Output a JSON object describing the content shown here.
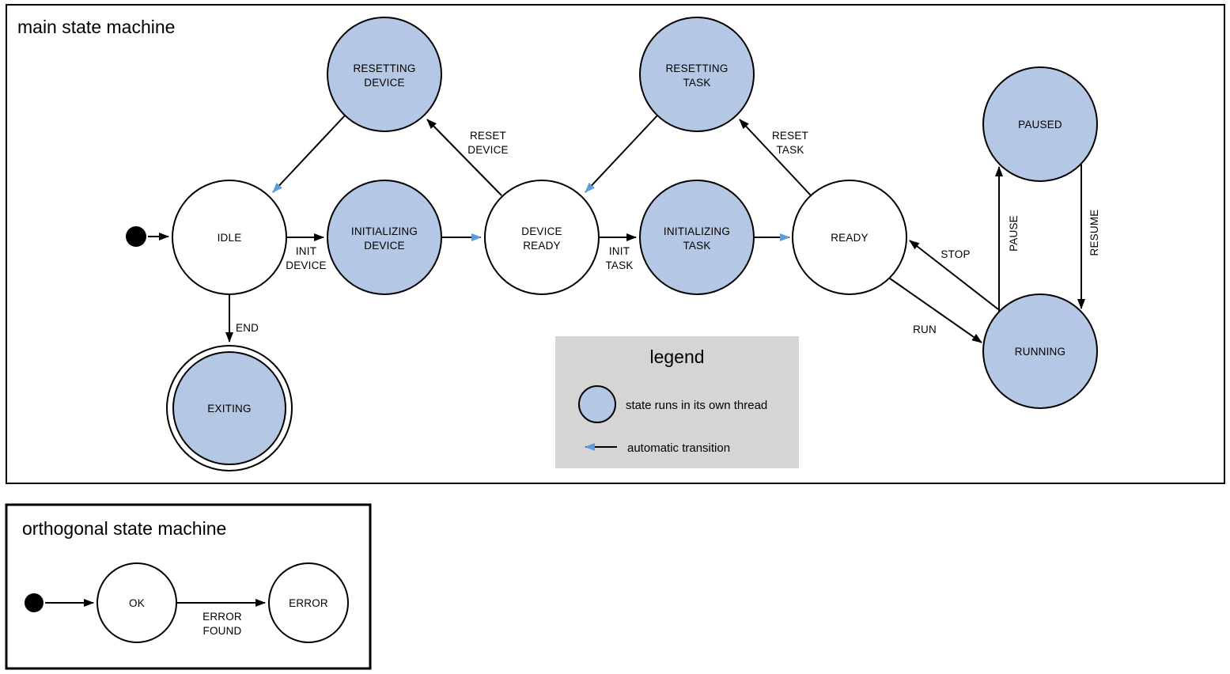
{
  "colors": {
    "thread_fill": "#b4c7e4",
    "auto_arrow": "#5e9cd8",
    "legend_bg": "#d5d5d5",
    "stroke": "#000000",
    "background": "#ffffff"
  },
  "main": {
    "title": "main state machine",
    "states": {
      "idle": {
        "label": "IDLE"
      },
      "resetting_device": {
        "line1": "RESETTING",
        "line2": "DEVICE"
      },
      "initializing_device": {
        "line1": "INITIALIZING",
        "line2": "DEVICE"
      },
      "device_ready": {
        "line1": "DEVICE",
        "line2": "READY"
      },
      "resetting_task": {
        "line1": "RESETTING",
        "line2": "TASK"
      },
      "initializing_task": {
        "line1": "INITIALIZING",
        "line2": "TASK"
      },
      "ready": {
        "label": "READY"
      },
      "paused": {
        "label": "PAUSED"
      },
      "running": {
        "label": "RUNNING"
      },
      "exiting": {
        "label": "EXITING"
      }
    },
    "transitions": {
      "init_device": {
        "line1": "INIT",
        "line2": "DEVICE"
      },
      "reset_device": {
        "line1": "RESET",
        "line2": "DEVICE"
      },
      "init_task": {
        "line1": "INIT",
        "line2": "TASK"
      },
      "reset_task": {
        "line1": "RESET",
        "line2": "TASK"
      },
      "end": {
        "label": "END"
      },
      "stop": {
        "label": "STOP"
      },
      "run": {
        "label": "RUN"
      },
      "pause": {
        "label": "PAUSE"
      },
      "resume": {
        "label": "RESUME"
      }
    },
    "legend": {
      "title": "legend",
      "thread_item": "state runs in its own thread",
      "auto_item": "automatic transition"
    }
  },
  "orthogonal": {
    "title": "orthogonal state machine",
    "states": {
      "ok": {
        "label": "OK"
      },
      "error": {
        "label": "ERROR"
      }
    },
    "transitions": {
      "error_found": {
        "line1": "ERROR",
        "line2": "FOUND"
      }
    }
  }
}
